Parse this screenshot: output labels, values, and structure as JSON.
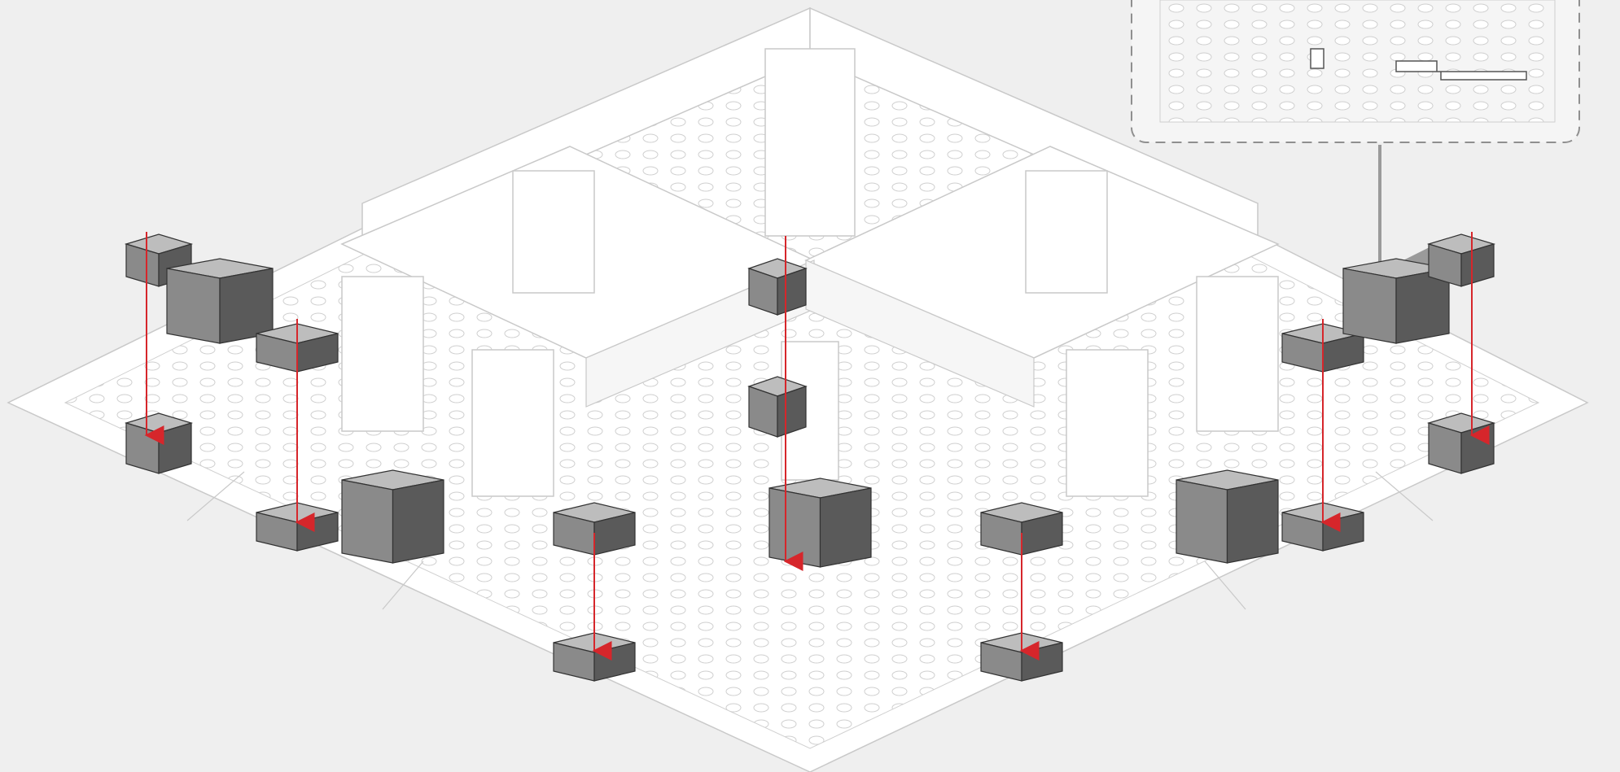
{
  "figure": {
    "kind": "isometric building instruction",
    "description_visible_text": "",
    "colors": {
      "background": "#efefef",
      "plate": "#ffffff",
      "outline": "#c9c9c9",
      "brick_dark": "#5a5a5a",
      "brick_mid": "#8a8a8a",
      "brick_light": "#bdbdbd",
      "arrow": "#d6262b",
      "callout_border": "#8f8f8f",
      "callout_arrow": "#9a9a9a"
    }
  },
  "callout": {
    "style": "dashed rounded box",
    "icons": [
      "piece-preview-small",
      "piece-preview-stair"
    ]
  },
  "groups": [
    {
      "name": "left-wall-group"
    },
    {
      "name": "left-corner-brick-group"
    },
    {
      "name": "center-left-step-group"
    },
    {
      "name": "center-column-group"
    },
    {
      "name": "center-right-step-group"
    },
    {
      "name": "right-wall-group"
    },
    {
      "name": "right-corner-brick-group"
    }
  ]
}
